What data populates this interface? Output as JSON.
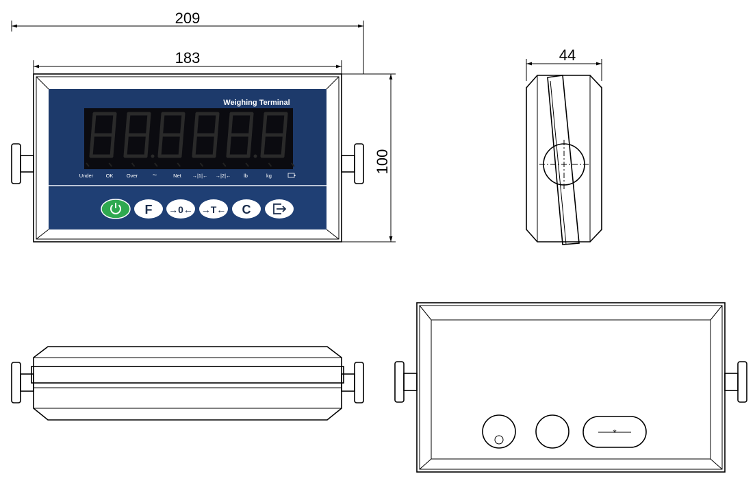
{
  "dimensions": {
    "total_width": "209",
    "body_width": "183",
    "height": "100",
    "depth": "44"
  },
  "front_panel": {
    "title": "Weighing Terminal",
    "display_digits": 6,
    "indicators": [
      "Under",
      "OK",
      "Over",
      "~",
      "Net",
      "→|1|←",
      "→|2|←",
      "lb",
      "kg",
      "battery-icon"
    ],
    "keys": [
      {
        "name": "power-key",
        "glyph": "power-icon",
        "color": "#2fa84f"
      },
      {
        "name": "function-key",
        "glyph": "F",
        "color": "#ffffff"
      },
      {
        "name": "zero-key",
        "glyph": "→0←",
        "color": "#ffffff"
      },
      {
        "name": "tare-key",
        "glyph": "→T←",
        "color": "#ffffff"
      },
      {
        "name": "clear-key",
        "glyph": "C",
        "color": "#ffffff"
      },
      {
        "name": "print-key",
        "glyph": "print-icon",
        "color": "#ffffff"
      }
    ]
  },
  "colors": {
    "panel_blue": "#1d3a6b",
    "display_black": "#0b0b10",
    "segment_dim": "#2a2a2a",
    "power_green": "#2fa84f"
  }
}
